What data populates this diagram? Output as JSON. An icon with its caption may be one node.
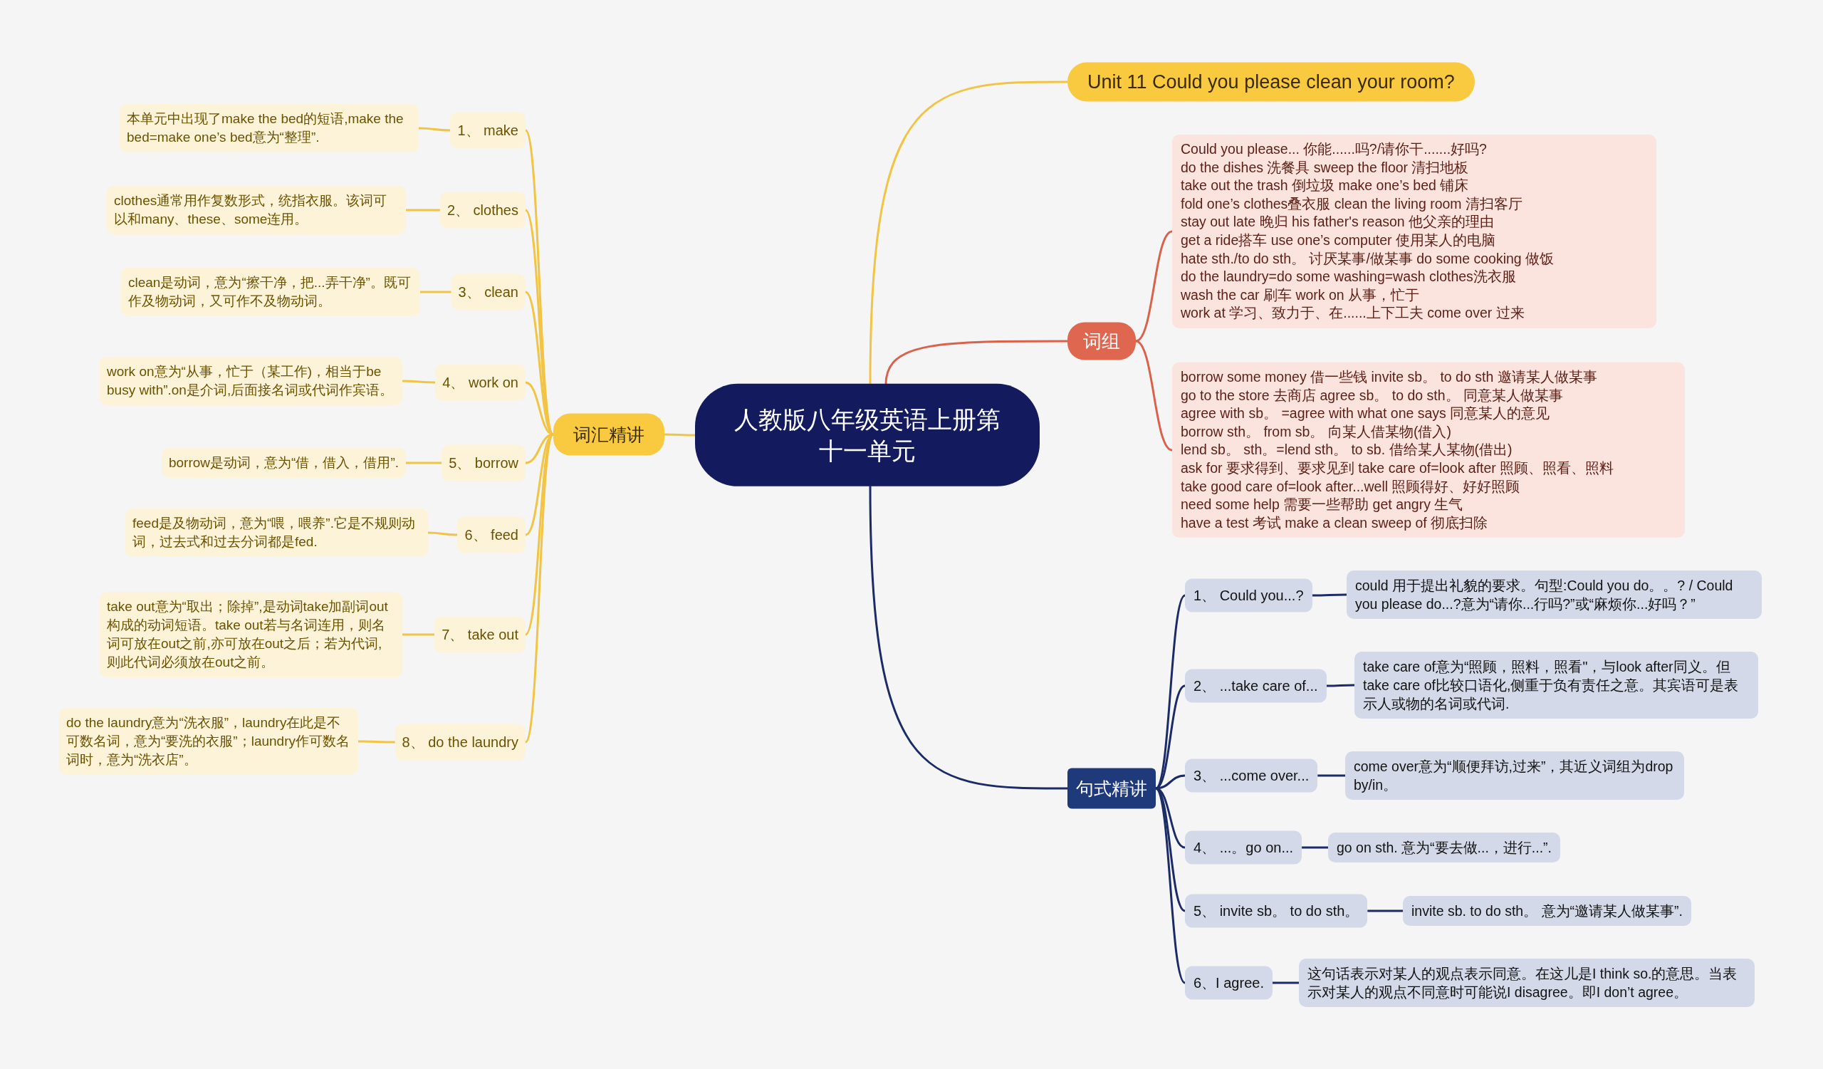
{
  "diagram": {
    "nodes": [
      {
        "text": [
          "人教版八年级英语上册第十一单元"
        ]
      },
      {
        "text": [
          "Unit 11 Could you please clean your room?"
        ]
      },
      {
        "text": [
          "词组"
        ]
      },
      {
        "text": [
          "Could you please... 你能......吗?/请你干.......好吗?",
          "do the dishes 洗餐具 sweep the floor 清扫地板",
          "take out the trash 倒垃圾 make one’s bed 铺床",
          "fold one’s clothes叠衣服 clean the living room 清扫客厅",
          "stay out late 晚归 his father's reason 他父亲的理由",
          "get a ride搭车 use one’s computer 使用某人的电脑",
          "hate sth./to do sth。 讨厌某事/做某事 do some cooking 做饭",
          "do the laundry=do some washing=wash clothes洗衣服",
          "wash the car 刷车 work on 从事，忙于",
          "work at 学习、致力于、在......上下工夫 come over 过来"
        ]
      },
      {
        "text": [
          "borrow some money 借一些钱 invite sb。 to do sth 邀请某人做某事",
          "go to the store 去商店 agree sb。 to do sth。 同意某人做某事",
          "agree with sb。 =agree with what one says 同意某人的意见",
          "borrow sth。 from sb。 向某人借某物(借入)",
          "lend sb。 sth。=lend sth。 to sb. 借给某人某物(借出)",
          "ask for 要求得到、要求见到 take care of=look after 照顾、照看、照料",
          "take good care of=look after...well 照顾得好、好好照顾",
          "need some help 需要一些帮助 get angry 生气",
          "have a test 考试 make a clean sweep of 彻底扫除"
        ]
      },
      {
        "text": [
          "句式精讲"
        ]
      },
      {
        "text": [
          "1、 Could you...?"
        ]
      },
      {
        "text": [
          "could 用于提出礼貌的要求。句型:Could you do。。? / Could you please do...?意为“请你...行吗?”或“麻烦你...好吗？”"
        ]
      },
      {
        "text": [
          "2、 ...take care of..."
        ]
      },
      {
        "text": [
          "take care of意为“照顾，照料，照看\"，与look after同义。但take care of比较口语化,侧重于负有责任之意。其宾语可是表示人或物的名词或代词."
        ]
      },
      {
        "text": [
          "3、 ...come over..."
        ]
      },
      {
        "text": [
          "come over意为“顺便拜访,过来”，其近义词组为drop by/in。"
        ]
      },
      {
        "text": [
          "4、 ...。go on..."
        ]
      },
      {
        "text": [
          "go on sth. 意为“要去做...，进行...”."
        ]
      },
      {
        "text": [
          "5、 invite sb。 to do sth。"
        ]
      },
      {
        "text": [
          "invite sb. to do sth。 意为“邀请某人做某事”."
        ]
      },
      {
        "text": [
          "6、I agree."
        ]
      },
      {
        "text": [
          "这句话表示对某人的观点表示同意。在这儿是I think so.的意思。当表示对某人的观点不同意时可能说I disagree。即I don’t agree。"
        ]
      },
      {
        "text": [
          "词汇精讲"
        ]
      },
      {
        "text": [
          "1、 make"
        ]
      },
      {
        "text": [
          "本单元中出现了make the bed的短语,make the bed=make one’s bed意为“整理”."
        ]
      },
      {
        "text": [
          "2、 clothes"
        ]
      },
      {
        "text": [
          "clothes通常用作复数形式，统指衣服。该词可以和many、these、some连用。"
        ]
      },
      {
        "text": [
          "3、 clean"
        ]
      },
      {
        "text": [
          "clean是动词，意为“擦干净，把...弄干净”。既可作及物动词，又可作不及物动词。"
        ]
      },
      {
        "text": [
          "4、 work on"
        ]
      },
      {
        "text": [
          "work on意为“从事，忙于（某工作)，相当于be busy with”.on是介词,后面接名词或代词作宾语。"
        ]
      },
      {
        "text": [
          "5、 borrow"
        ]
      },
      {
        "text": [
          "borrow是动词，意为“借，借入，借用”."
        ]
      },
      {
        "text": [
          "6、 feed"
        ]
      },
      {
        "text": [
          "feed是及物动词，意为“喂，喂养”.它是不规则动词，过去式和过去分词都是fed."
        ]
      },
      {
        "text": [
          "7、 take out"
        ]
      },
      {
        "text": [
          "take out意为“取出；除掉”,是动词take加副词out构成的动词短语。take out若与名词连用，则名词可放在out之前,亦可放在out之后；若为代词,则此代词必须放在out之前。"
        ]
      },
      {
        "text": [
          "8、 do the laundry"
        ]
      },
      {
        "text": [
          "do the laundry意为“洗衣服”，laundry在此是不可数名词，意为“要洗的衣服”；laundry作可数名词时，意为“洗衣店”。"
        ]
      }
    ],
    "edges": [
      {
        "from": 0,
        "to": 1,
        "arrow": "none"
      },
      {
        "from": 0,
        "to": 2,
        "arrow": "none",
        "color": "#d9624c"
      },
      {
        "from": 2,
        "to": 3,
        "arrow": "none",
        "color": "#d9624c"
      },
      {
        "from": 2,
        "to": 4,
        "arrow": "none",
        "color": "#d9624c"
      },
      {
        "from": 0,
        "to": 5,
        "arrow": "none",
        "color": "#1b2b66"
      },
      {
        "from": 5,
        "to": 6,
        "arrow": "none",
        "color": "#1b2b66"
      },
      {
        "from": 5,
        "to": 8,
        "arrow": "none",
        "color": "#1b2b66"
      },
      {
        "from": 5,
        "to": 10,
        "arrow": "none",
        "color": "#1b2b66"
      },
      {
        "from": 5,
        "to": 12,
        "arrow": "none",
        "color": "#1b2b66"
      },
      {
        "from": 5,
        "to": 14,
        "arrow": "none",
        "color": "#1b2b66"
      },
      {
        "from": 5,
        "to": 16,
        "arrow": "none",
        "color": "#1b2b66"
      },
      {
        "from": 6,
        "to": 7,
        "arrow": "none",
        "color": "#1b2b66"
      },
      {
        "from": 8,
        "to": 9,
        "arrow": "none",
        "color": "#1b2b66"
      },
      {
        "from": 10,
        "to": 11,
        "arrow": "none",
        "color": "#1b2b66"
      },
      {
        "from": 12,
        "to": 13,
        "arrow": "none",
        "color": "#1b2b66"
      },
      {
        "from": 14,
        "to": 15,
        "arrow": "none",
        "color": "#1b2b66"
      },
      {
        "from": 16,
        "to": 17,
        "arrow": "none",
        "color": "#1b2b66"
      },
      {
        "from": 0,
        "to": 18,
        "arrow": "none"
      },
      {
        "from": 18,
        "to": 19,
        "arrow": "none"
      },
      {
        "from": 18,
        "to": 21,
        "arrow": "none"
      },
      {
        "from": 18,
        "to": 23,
        "arrow": "none"
      },
      {
        "from": 18,
        "to": 25,
        "arrow": "none"
      },
      {
        "from": 18,
        "to": 27,
        "arrow": "none"
      },
      {
        "from": 18,
        "to": 29,
        "arrow": "none"
      },
      {
        "from": 18,
        "to": 31,
        "arrow": "none"
      },
      {
        "from": 18,
        "to": 33,
        "arrow": "none"
      },
      {
        "from": 19,
        "to": 20,
        "arrow": "none"
      },
      {
        "from": 21,
        "to": 22,
        "arrow": "none"
      },
      {
        "from": 23,
        "to": 24,
        "arrow": "none"
      },
      {
        "from": 25,
        "to": 26,
        "arrow": "none"
      },
      {
        "from": 27,
        "to": 28,
        "arrow": "none"
      },
      {
        "from": 29,
        "to": 30,
        "arrow": "none"
      },
      {
        "from": 31,
        "to": 32,
        "arrow": "none"
      },
      {
        "from": 33,
        "to": 34,
        "arrow": "none"
      }
    ]
  }
}
